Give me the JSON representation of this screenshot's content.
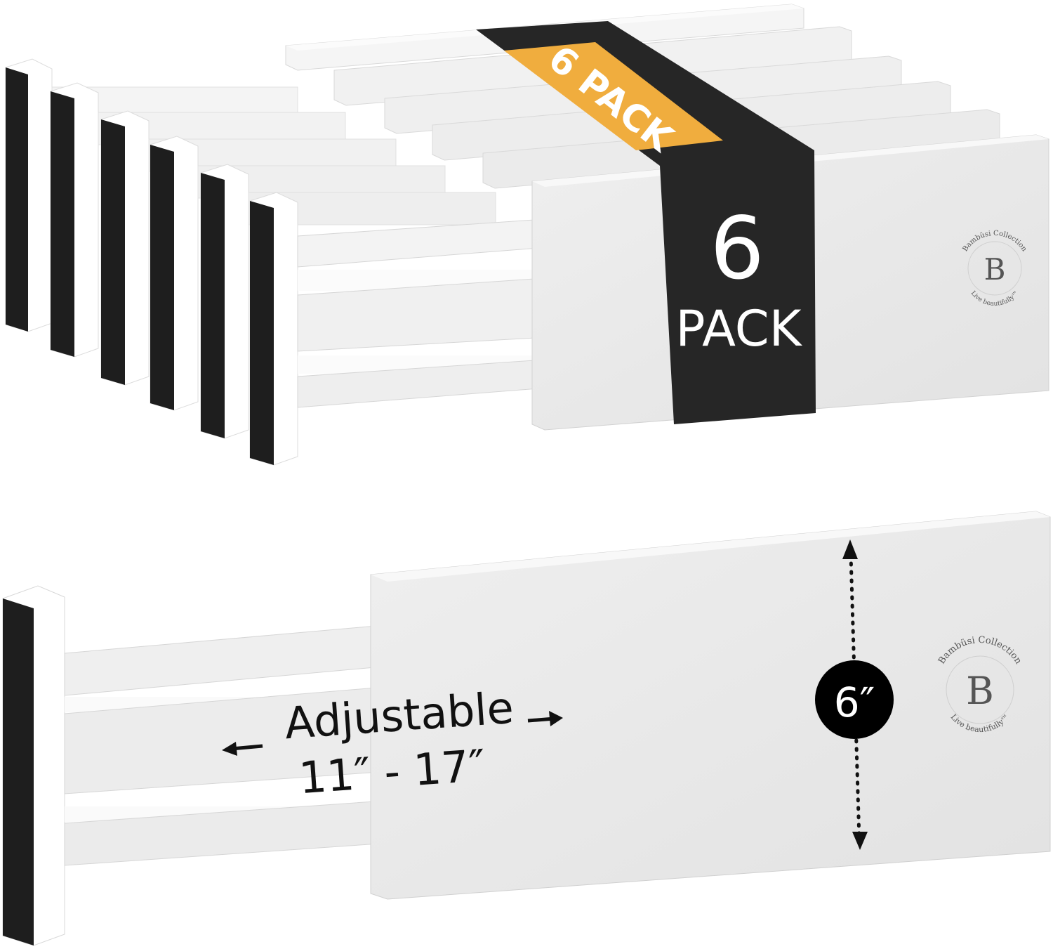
{
  "pack_band": {
    "diagonal_label": "6 PACK",
    "count": "6",
    "word": "PACK"
  },
  "product": {
    "adjustable_label": "Adjustable",
    "range_label": "11″ - 17″",
    "height_label": "6″"
  },
  "brand": {
    "top_ring_text": "Bambüsi Collection",
    "bottom_ring_text": "Live beautifully™",
    "monogram": "B"
  },
  "colors": {
    "background": "#ffffff",
    "panel": "#e9e9e9",
    "panel_edge": "#f7f7f7",
    "foam": "#1e1e1e",
    "sleeve": "#262626",
    "sleeve_accent": "#f0ad3e"
  },
  "icons": [
    "left-arrow-icon",
    "right-arrow-icon",
    "vertical-dimension-arrow-icon",
    "bambusi-logo-icon"
  ]
}
